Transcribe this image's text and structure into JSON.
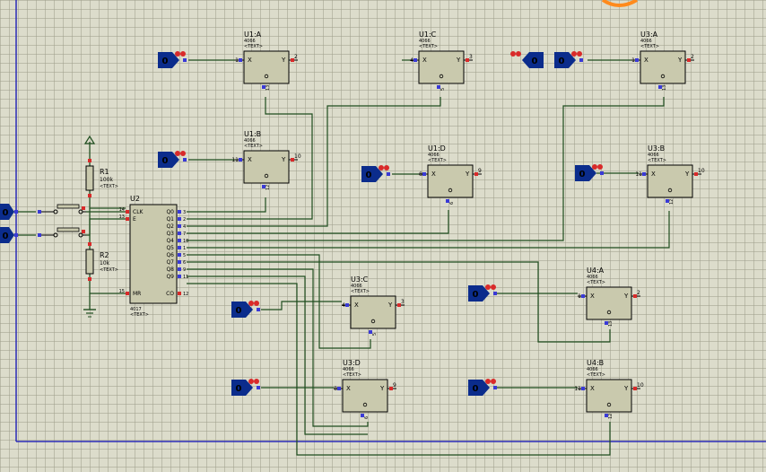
{
  "colors": {
    "wire": "#1e4d1e",
    "gate_fill": "#c9c9ad",
    "probe_fill": "#0b2c8c",
    "border_line": "#2b2bb8",
    "pin_blue": "#3a3ad6",
    "pin_red": "#d92a2a",
    "marker_orange": "#ff8a1c"
  },
  "components": {
    "generic_text": "<TEXT>",
    "gate_pin_x": "X",
    "gate_pin_y": "Y",
    "u2": {
      "ref": "U2",
      "part": "4017",
      "text": "<TEXT>",
      "pins_left": [
        "CLK",
        "E",
        "MR"
      ],
      "pins_right": [
        "Q0",
        "Q1",
        "Q2",
        "Q3",
        "Q4",
        "Q5",
        "Q6",
        "Q7",
        "Q8",
        "Q9",
        "CO"
      ],
      "pin_numbers_left": [
        "14",
        "13",
        "15"
      ],
      "pin_numbers_right": [
        "3",
        "2",
        "4",
        "7",
        "10",
        "1",
        "5",
        "6",
        "9",
        "11",
        "12"
      ]
    },
    "r1": {
      "ref": "R1",
      "value": "100k",
      "text": "<TEXT>"
    },
    "r2": {
      "ref": "R2",
      "value": "10k",
      "text": "<TEXT>"
    },
    "gates": [
      {
        "ref": "U1:A",
        "part": "4066",
        "text": "<TEXT>",
        "pin_x": "1",
        "pin_y": "2",
        "pin_c": "13"
      },
      {
        "ref": "U1:C",
        "part": "4066",
        "text": "<TEXT>",
        "pin_x": "4",
        "pin_y": "3",
        "pin_c": "5"
      },
      {
        "ref": "U3:A",
        "part": "4066",
        "text": "<TEXT>",
        "pin_x": "1",
        "pin_y": "2",
        "pin_c": "13"
      },
      {
        "ref": "U1:B",
        "part": "4066",
        "text": "<TEXT>",
        "pin_x": "11",
        "pin_y": "10",
        "pin_c": "12"
      },
      {
        "ref": "U1:D",
        "part": "4066",
        "text": "<TEXT>",
        "pin_x": "8",
        "pin_y": "9",
        "pin_c": "6"
      },
      {
        "ref": "U3:B",
        "part": "4066",
        "text": "<TEXT>",
        "pin_x": "11",
        "pin_y": "10",
        "pin_c": "12"
      },
      {
        "ref": "U3:C",
        "part": "4066",
        "text": "<TEXT>",
        "pin_x": "4",
        "pin_y": "3",
        "pin_c": "5"
      },
      {
        "ref": "U4:A",
        "part": "4066",
        "text": "<TEXT>",
        "pin_x": "1",
        "pin_y": "2",
        "pin_c": "13"
      },
      {
        "ref": "U3:D",
        "part": "4066",
        "text": "<TEXT>",
        "pin_x": "8",
        "pin_y": "9",
        "pin_c": "6"
      },
      {
        "ref": "U4:B",
        "part": "4066",
        "text": "<TEXT>",
        "pin_x": "11",
        "pin_y": "10",
        "pin_c": "12"
      }
    ],
    "probe_value": "0"
  }
}
